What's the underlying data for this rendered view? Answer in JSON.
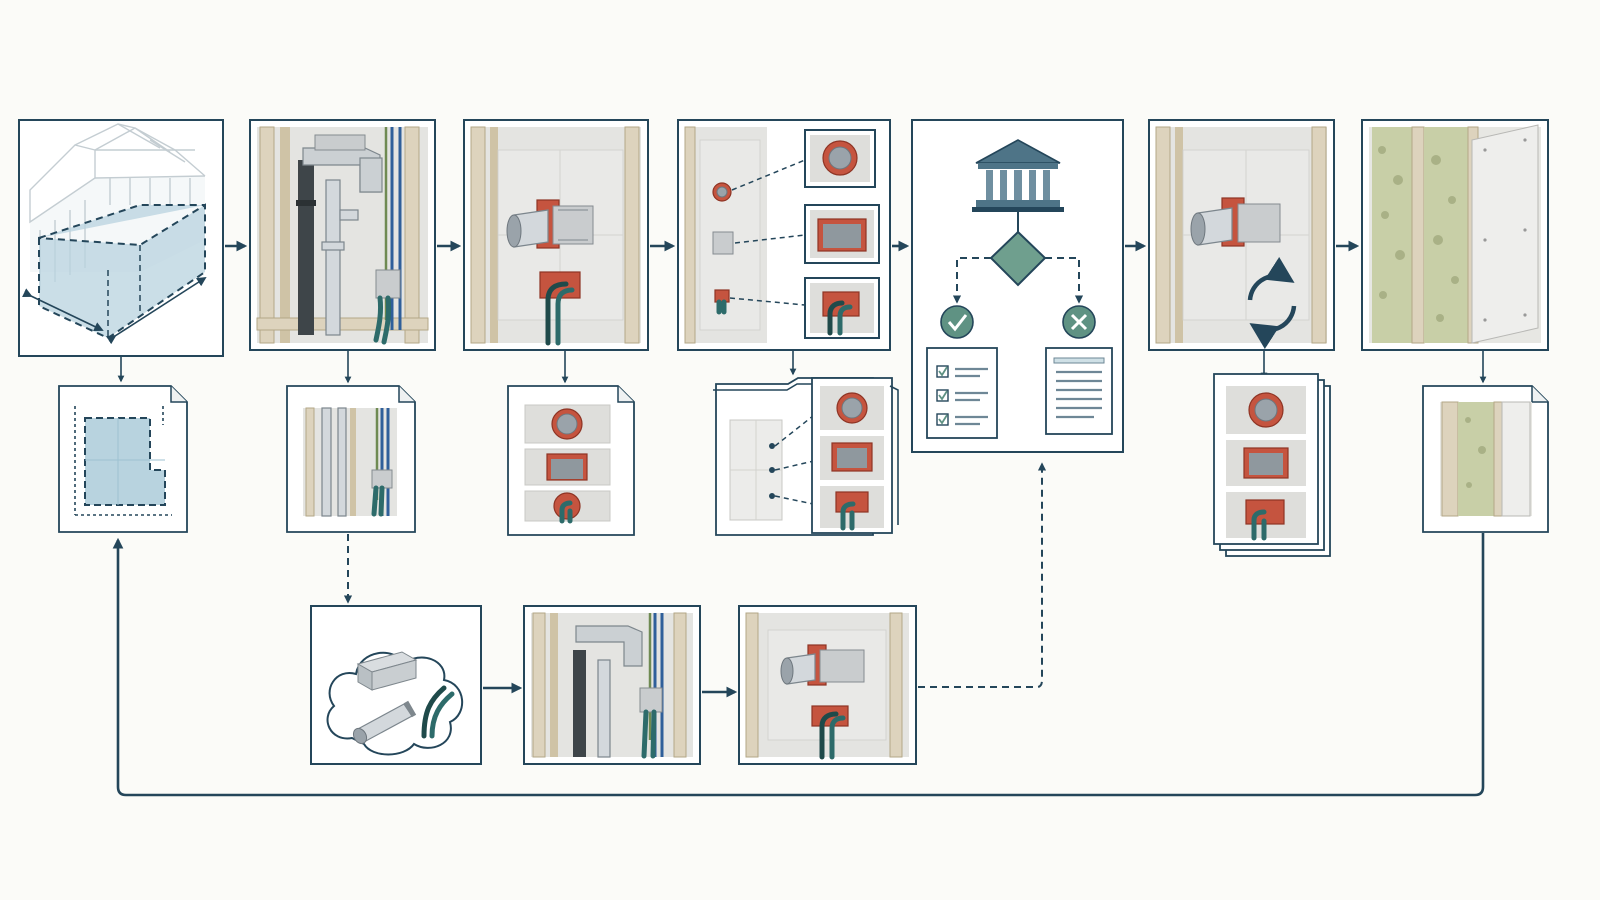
{
  "colors": {
    "background": "#fbfbf8",
    "outline": "#24465a",
    "glass": "#b8d3df",
    "sleeve": "#c5543f",
    "stud": "#ddd3bd",
    "insulation": "#c8cfa7",
    "decision": "#6f9f8e",
    "cable": "#1f4a4a"
  },
  "icons": {
    "building_model": "house-frame-icon",
    "floor_plan": "floor-plan-document-icon",
    "institution": "institution-building-icon",
    "decision": "decision-diamond-icon",
    "approve": "check-circle-icon",
    "reject": "x-circle-icon",
    "checklist": "checklist-document-icon",
    "report": "report-document-icon",
    "cycle": "refresh-cycle-icon",
    "component_library": "component-cloud-icon"
  },
  "steps": [
    {
      "id": "building-model",
      "icon": "house-frame-icon"
    },
    {
      "id": "mep-rough-in",
      "icon": "pipe-duct-wiring-icon"
    },
    {
      "id": "wall-penetrations",
      "icon": "penetration-sleeve-icon"
    },
    {
      "id": "penetration-detailing",
      "icon": "detail-callout-icon"
    },
    {
      "id": "authority-review",
      "icon": "institution-building-icon"
    },
    {
      "id": "revised-penetrations",
      "icon": "refresh-cycle-icon"
    },
    {
      "id": "wall-close-in",
      "icon": "insulation-drywall-icon"
    }
  ]
}
